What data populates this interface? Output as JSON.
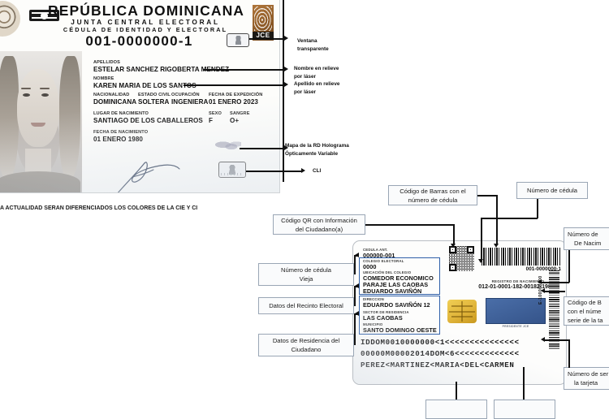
{
  "front_card": {
    "country": "REPÚBLICA DOMINICANA",
    "authority": "JUNTA CENTRAL ELECTORAL",
    "doc_type": "CÉDULA DE IDENTIDAD Y ELECTORAL",
    "cedula_number": "001-0000000-1",
    "logo_text": "JCE",
    "fields": [
      {
        "label": "APELLIDOS",
        "value": "ESTELAR SANCHEZ RIGOBERTA MENDEZ"
      },
      {
        "label": "NOMBRE",
        "value": "KAREN MARIA DE LOS SANTOS"
      },
      {
        "label": "NACIONALIDAD",
        "value": "DOMINICANA"
      },
      {
        "label": "ESTADO CIVIL",
        "value": "SOLTERA"
      },
      {
        "label": "OCUPACIÓN",
        "value": "INGENIERA"
      },
      {
        "label": "FECHA DE EXPEDICIÓN",
        "value": "01 ENERO 2023"
      },
      {
        "label": "LUGAR DE NACIMIENTO",
        "value": "SANTIAGO DE LOS CABALLEROS"
      },
      {
        "label": "SEXO",
        "value": "F"
      },
      {
        "label": "SANGRE",
        "value": "O+"
      },
      {
        "label": "FECHA DE NACIMIENTO",
        "value": "01 ENERO 1980"
      }
    ],
    "footnote": "A ACTUALIDAD SERAN DIFERENCIADOS LOS COLORES DE LA CIE Y CI"
  },
  "front_annotations": [
    {
      "id": "ventana-transparente",
      "line1": "Ventana",
      "line2": "transparente"
    },
    {
      "id": "nombre-relieve",
      "line1": "Nombre en relieve",
      "line2": "por láser"
    },
    {
      "id": "apellido-relieve",
      "line1": "Apellido en relieve",
      "line2": "por láser"
    },
    {
      "id": "mapa-holograma",
      "line1": "Mapa de la RD Holograma",
      "line2": "Ópticamente Variable"
    },
    {
      "id": "cli",
      "line1": "CLI",
      "line2": ""
    }
  ],
  "back_card": {
    "cedula_ant_label": "CEDULA  ANT.",
    "cedula_ant_value": "000000-001",
    "colegio_label": "COLEGIO ELECTORAL",
    "colegio_value": "0000",
    "ubicacion_label": "UBICACIÓN DEL COLEGIO",
    "ubicacion_value_1": "COMEDOR ECONOMICO",
    "ubicacion_value_2": "PARAJE LAS CAOBAS",
    "ubicacion_value_3": "EDUARDO SAVIÑÓN",
    "direccion_label": "DIRECCION",
    "direccion_value": "EDUARDO SAVIÑÓN 12",
    "sector_label": "SECTOR DE RESIDENCIA",
    "sector_value": "LAS CAOBAS",
    "municipio_label": "MUNICIPIO",
    "municipio_value": "SANTO DOMINGO OESTE",
    "barcode_number": "001-0000000-1",
    "registro_label": "REGISTRO DE NACIMIENTO",
    "registro_value": "012-01-0001-182-00182-1987",
    "vertical_serial": "E-100000000",
    "signature_note": "PRESIDENTE JCE",
    "mrz_line_1": "IDDOM0010000000<1<<<<<<<<<<<<<<<",
    "mrz_line_2": "00000M00002014DOM<6<<<<<<<<<<<<<",
    "mrz_line_3": "PEREZ<MARTINEZ<MARIA<DEL<CARMEN"
  },
  "callouts": [
    {
      "id": "codigo-qr",
      "line1": "Código QR con Información",
      "line2": "del Ciudadano(a)"
    },
    {
      "id": "codigo-barras",
      "line1": "Código de Barras con el",
      "line2": "número de cédula"
    },
    {
      "id": "numero-cedula",
      "line1": "Número de cédula",
      "line2": ""
    },
    {
      "id": "numero-cedula-vieja",
      "line1": "Número de cédula",
      "line2": "Vieja"
    },
    {
      "id": "datos-recinto",
      "line1": "Datos del Recinto Electoral",
      "line2": ""
    },
    {
      "id": "datos-residencia",
      "line1": "Datos de Residencia del",
      "line2": "Ciudadano"
    },
    {
      "id": "numero-registro",
      "line1": "Número de",
      "line2": "De Nacim"
    },
    {
      "id": "codigo-barras-serie",
      "line1": "Código de B",
      "line2": "con el núme",
      "line3": "serie de la ta"
    },
    {
      "id": "numero-serie-tarjeta",
      "line1": "Número de ser",
      "line2": "la tarjeta"
    }
  ],
  "colors": {
    "jce_brown": "#8c5a28",
    "blue_box": "#2f5fa8",
    "signature_panel": "#3a5c93",
    "chip_gold": "#e0b43a"
  }
}
